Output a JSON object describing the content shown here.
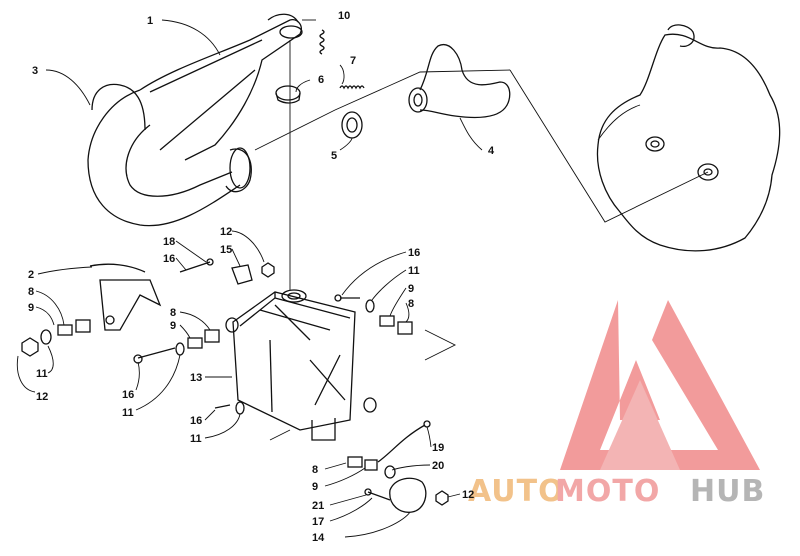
{
  "diagram": {
    "callouts": [
      {
        "id": "c1",
        "label": "1"
      },
      {
        "id": "c10",
        "label": "10"
      },
      {
        "id": "c3",
        "label": "3"
      },
      {
        "id": "c6",
        "label": "6"
      },
      {
        "id": "c7",
        "label": "7"
      },
      {
        "id": "c5",
        "label": "5"
      },
      {
        "id": "c4",
        "label": "4"
      },
      {
        "id": "c2",
        "label": "2"
      },
      {
        "id": "c8a",
        "label": "8"
      },
      {
        "id": "c9a",
        "label": "9"
      },
      {
        "id": "c11a",
        "label": "11"
      },
      {
        "id": "c12a",
        "label": "12"
      },
      {
        "id": "c18",
        "label": "18"
      },
      {
        "id": "c16a",
        "label": "16"
      },
      {
        "id": "c12b",
        "label": "12"
      },
      {
        "id": "c15",
        "label": "15"
      },
      {
        "id": "c8b",
        "label": "8"
      },
      {
        "id": "c9b",
        "label": "9"
      },
      {
        "id": "c16b",
        "label": "16"
      },
      {
        "id": "c11b",
        "label": "11"
      },
      {
        "id": "c13",
        "label": "13"
      },
      {
        "id": "c16c",
        "label": "16"
      },
      {
        "id": "c11c",
        "label": "11"
      },
      {
        "id": "c16d",
        "label": "16"
      },
      {
        "id": "c11d",
        "label": "11"
      },
      {
        "id": "c9c",
        "label": "9"
      },
      {
        "id": "c8c",
        "label": "8"
      },
      {
        "id": "c19",
        "label": "19"
      },
      {
        "id": "c8d",
        "label": "8"
      },
      {
        "id": "c9d",
        "label": "9"
      },
      {
        "id": "c20",
        "label": "20"
      },
      {
        "id": "c21",
        "label": "21"
      },
      {
        "id": "c17",
        "label": "17"
      },
      {
        "id": "c14",
        "label": "14"
      },
      {
        "id": "c12c",
        "label": "12"
      }
    ],
    "colors": {
      "line": "#111111",
      "watermark_logo": "#f08a8a",
      "watermark_auto": "#f2c28a",
      "watermark_moto": "#f2a7a7",
      "watermark_hub": "#b5b5b5"
    },
    "watermark": {
      "part1": "AUTO",
      "part2": "MOTO",
      "part3": "HUB"
    }
  }
}
